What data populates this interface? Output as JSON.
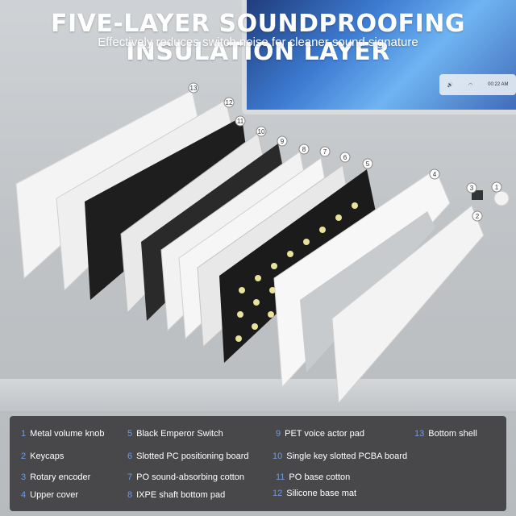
{
  "headline": "FIVE-LAYER SOUNDPROOFING INSULATION LAYER",
  "subline": "Effectively reduces switch noise for cleaner sound signature",
  "taskbar": {
    "time": "00:22 AM"
  },
  "callouts": [
    "1",
    "2",
    "3",
    "4",
    "5",
    "6",
    "7",
    "8",
    "9",
    "10",
    "11",
    "12",
    "13"
  ],
  "legend": [
    {
      "num": "1",
      "label": "Metal volume knob"
    },
    {
      "num": "2",
      "label": "Keycaps"
    },
    {
      "num": "3",
      "label": "Rotary encoder"
    },
    {
      "num": "4",
      "label": "Upper cover"
    },
    {
      "num": "5",
      "label": "Black Emperor Switch"
    },
    {
      "num": "6",
      "label": "Slotted PC positioning board"
    },
    {
      "num": "7",
      "label": "PO sound-absorbing cotton"
    },
    {
      "num": "8",
      "label": "IXPE shaft bottom pad"
    },
    {
      "num": "9",
      "label": "PET voice actor pad"
    },
    {
      "num": "10",
      "label": "Single key slotted PCBA board"
    },
    {
      "num": "11",
      "label": "PO base cotton"
    },
    {
      "num": "12",
      "label": "Silicone base mat"
    },
    {
      "num": "13",
      "label": "Bottom shell"
    }
  ],
  "colors": {
    "legend_bg": "#48484a",
    "legend_num": "#6f9be0",
    "switch": "#e8e29a",
    "plate_dark": "#1e1e1e"
  }
}
